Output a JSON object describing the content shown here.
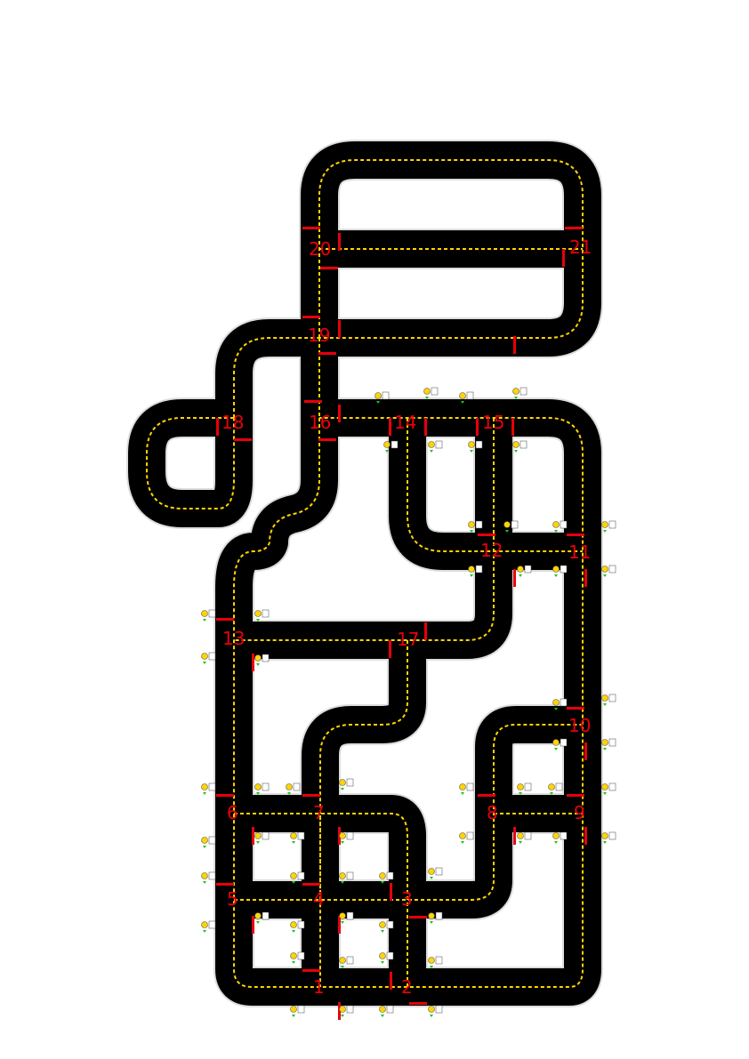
{
  "colors": {
    "road": "#000000",
    "edge": "#ffffff",
    "centerline": "#ffd400",
    "stopline": "#e8000b",
    "label": "#e8000b",
    "sign": "#ffd400",
    "arrow": "#21c21a"
  },
  "intersections": [
    {
      "id": "1",
      "label": "1"
    },
    {
      "id": "2",
      "label": "2"
    },
    {
      "id": "3",
      "label": "3"
    },
    {
      "id": "4",
      "label": "4"
    },
    {
      "id": "5",
      "label": "5"
    },
    {
      "id": "6",
      "label": "6"
    },
    {
      "id": "7",
      "label": "7"
    },
    {
      "id": "8",
      "label": "8"
    },
    {
      "id": "9",
      "label": "9"
    },
    {
      "id": "10",
      "label": "10"
    },
    {
      "id": "11",
      "label": "11"
    },
    {
      "id": "12",
      "label": "12"
    },
    {
      "id": "13",
      "label": "13"
    },
    {
      "id": "14",
      "label": "14"
    },
    {
      "id": "15",
      "label": "15"
    },
    {
      "id": "16",
      "label": "16"
    },
    {
      "id": "17",
      "label": "17"
    },
    {
      "id": "18",
      "label": "18"
    },
    {
      "id": "19",
      "label": "19"
    },
    {
      "id": "20",
      "label": "20"
    },
    {
      "id": "21",
      "label": "21"
    }
  ]
}
